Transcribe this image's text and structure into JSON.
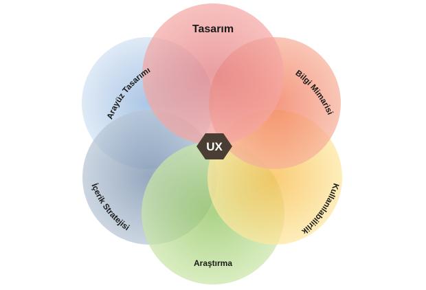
{
  "diagram": {
    "center": {
      "label": "UX"
    },
    "circles": [
      {
        "id": "tasarim",
        "label": "Tasarım",
        "color": "#f08a84"
      },
      {
        "id": "bilgi",
        "label": "Bilgi Mimarisi",
        "color": "#f5906a"
      },
      {
        "id": "kullanilabilirlik",
        "label": "Kullanılabilirlik",
        "color": "#fbd36a"
      },
      {
        "id": "arastirma",
        "label": "Araştırma",
        "color": "#a6cf72"
      },
      {
        "id": "icerik",
        "label": "İçerik Stratejisi",
        "color": "#8fa2b8"
      },
      {
        "id": "arayuz",
        "label": "Arayüz Tasarımı",
        "color": "#a9c5e6"
      }
    ],
    "center_color": "#4a3d33"
  }
}
